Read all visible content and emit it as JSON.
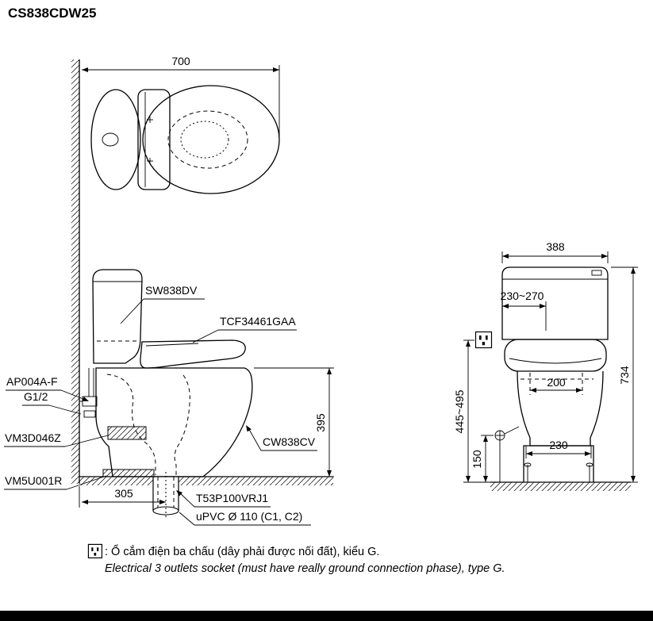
{
  "title": "CS838CDW25",
  "top_view": {
    "width_dim": "700"
  },
  "side_view": {
    "part_labels": {
      "tank": "SW838DV",
      "washlet": "TCF34461GAA",
      "supply_valve": "AP004A-F",
      "thread": "G1/2",
      "connector": "VM3D046Z",
      "floor_flange": "VM5U001R",
      "bowl": "CW838CV",
      "outlet_joint": "T53P100VRJ1",
      "drain_pipe": "uPVC Ø 110 (C1, C2)"
    },
    "dims": {
      "rim_height": "395",
      "outlet_from_wall": "305"
    }
  },
  "front_view": {
    "dims": {
      "tank_width": "388",
      "socket_offset": "230~270",
      "total_height": "734",
      "socket_height_range": "445~495",
      "supply_height": "150",
      "bolt_span": "200",
      "base_width": "230"
    }
  },
  "footnote": {
    "vi": ": Ổ cắm điện ba chấu (dây phải được nối đất), kiểu G.",
    "en": "Electrical 3 outlets socket (must have really ground connection phase), type G."
  },
  "colors": {
    "line": "#000000",
    "background": "#ffffff",
    "footer_bar": "#000000"
  }
}
